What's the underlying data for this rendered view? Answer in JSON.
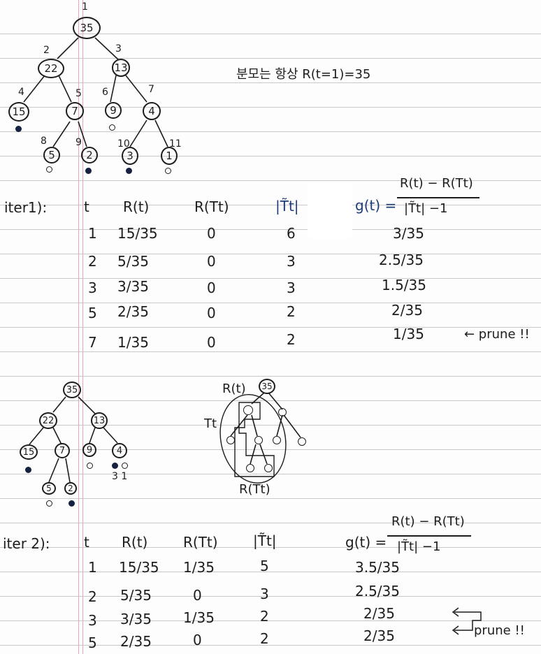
{
  "tree1": {
    "nodes": {
      "n1": {
        "label": "1",
        "value": "35"
      },
      "n2": {
        "label": "2",
        "value": "22"
      },
      "n3": {
        "label": "3",
        "value": "13"
      },
      "n4": {
        "label": "4",
        "value": "15"
      },
      "n5": {
        "label": "5",
        "value": "7"
      },
      "n6": {
        "label": "6",
        "value": "9"
      },
      "n7": {
        "label": "7",
        "value": "4"
      },
      "n8": {
        "label": "8",
        "value": "5"
      },
      "n9": {
        "label": "9",
        "value": "2"
      },
      "n10": {
        "label": "10",
        "value": "3"
      },
      "n11": {
        "label": "11",
        "value": "1"
      }
    }
  },
  "note": "분모는 항상 R(t=1)=35",
  "iter1": {
    "label": "iter1):",
    "headers": {
      "t": "t",
      "rt": "R(t)",
      "rtt": "R(Tt)",
      "tt": "|T̃t|"
    },
    "formula": {
      "lhs": "g(t) =",
      "num": "R(t) − R(Tt)",
      "den": "|T̃t| −1"
    },
    "rows": [
      {
        "t": "1",
        "rt": "15/35",
        "rtt": "0",
        "tt": "6",
        "g": "3/35"
      },
      {
        "t": "2",
        "rt": "5/35",
        "rtt": "0",
        "tt": "3",
        "g": "2.5/35"
      },
      {
        "t": "3",
        "rt": "3/35",
        "rtt": "0",
        "tt": "3",
        "g": "1.5/35"
      },
      {
        "t": "5",
        "rt": "2/35",
        "rtt": "0",
        "tt": "2",
        "g": "2/35"
      },
      {
        "t": "7",
        "rt": "1/35",
        "rtt": "0",
        "tt": "2",
        "g": "1/35"
      }
    ],
    "prune_note": "← prune !!"
  },
  "tree2": {
    "nodes": {
      "a": "35",
      "b": "22",
      "c": "13",
      "d": "15",
      "e": "7",
      "f": "9",
      "g": "4",
      "h": "5",
      "i": "2"
    },
    "leaf_numbers": "3 1"
  },
  "diagram": {
    "rt_label": "R(t)",
    "root_value": "35",
    "tt_label": "Tt",
    "rtt_label": "R(Tt)"
  },
  "iter2": {
    "label": "iter 2):",
    "headers": {
      "t": "t",
      "rt": "R(t)",
      "rtt": "R(Tt)",
      "tt": "|T̃t|"
    },
    "formula": {
      "lhs": "g(t) =",
      "num": "R(t) − R(Tt)",
      "den": "|T̃t| −1"
    },
    "rows": [
      {
        "t": "1",
        "rt": "15/35",
        "rtt": "1/35",
        "tt": "5",
        "g": "3.5/35"
      },
      {
        "t": "2",
        "rt": "5/35",
        "rtt": "0",
        "tt": "3",
        "g": "2.5/35"
      },
      {
        "t": "3",
        "rt": "3/35",
        "rtt": "1/35",
        "tt": "2",
        "g": "2/35"
      },
      {
        "t": "5",
        "rt": "2/35",
        "rtt": "0",
        "tt": "2",
        "g": "2/35"
      }
    ],
    "prune_note": "prune !!"
  }
}
